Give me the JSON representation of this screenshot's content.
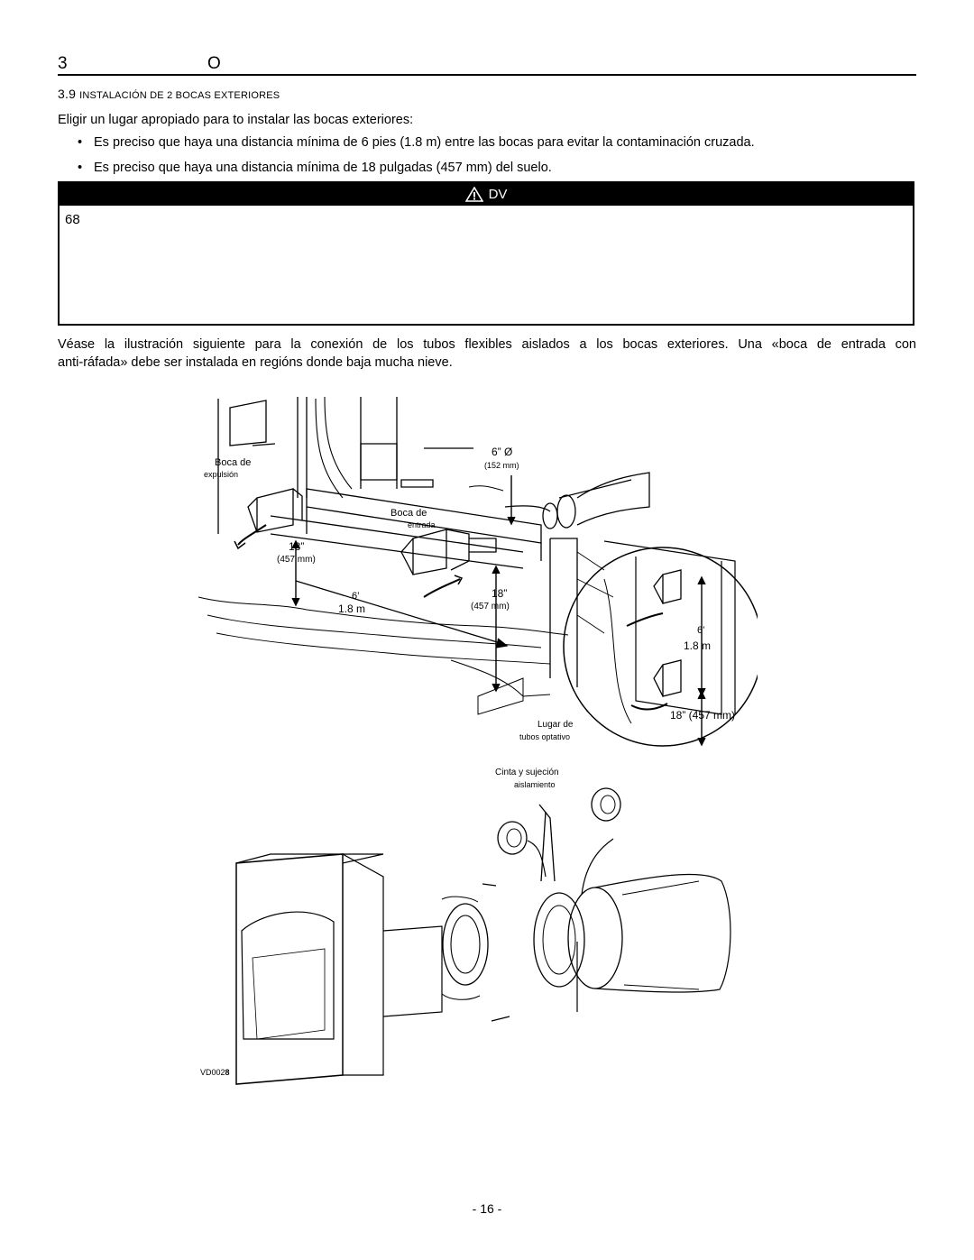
{
  "header": {
    "number": "3",
    "letter": "O"
  },
  "section": {
    "number": "3.9",
    "title_small_caps": "Instalación de 2 bocas exteriores"
  },
  "intro": "Eligir un lugar apropiado para to instalar las bocas exteriores:",
  "bullets": [
    "Es preciso que haya una distancia mínima de 6 pies (1.8 m) entre las bocas para evitar la contaminación cruzada.",
    "Es preciso que haya una distancia mínima de 18 pulgadas (457 mm) del suelo."
  ],
  "bullet_symbol": "•",
  "warning": {
    "header_text": "DV",
    "body_text": "68",
    "icon": "warning-triangle-icon"
  },
  "paragraph_line1": "Véase la ilustración siguiente para la conexión de los tubos flexibles aislados a los bocas exteriores. Una «boca de entrada con",
  "paragraph_line2": "anti-ráfada» debe ser instalada en regións donde baja mucha nieve.",
  "figure": {
    "labels": {
      "boca_expulsion_1": "Boca de",
      "boca_expulsion_2": "expulsión",
      "diameter_1": "6” Ø",
      "diameter_2": "(152 mm)",
      "boca_entrada_1": "Boca de",
      "boca_entrada_2": "entrada",
      "left_height_1": "18”",
      "left_height_2": "(457 mm)",
      "spacing_1": "6’",
      "spacing_2": "1.8 m",
      "mid_height_1": "18”",
      "mid_height_2": "(457 mm)",
      "inset_spacing_1": "6’",
      "inset_spacing_2": "1.8 m",
      "inset_height": "18” (457 mm)",
      "lugar_1": "Lugar de",
      "lugar_2": "tubos optativo",
      "cinta_1": "Cinta y sujeción",
      "cinta_2": "aislamiento",
      "code_prefix": "VD002",
      "code_suffix": "8"
    }
  },
  "page_number": "- 16 -"
}
